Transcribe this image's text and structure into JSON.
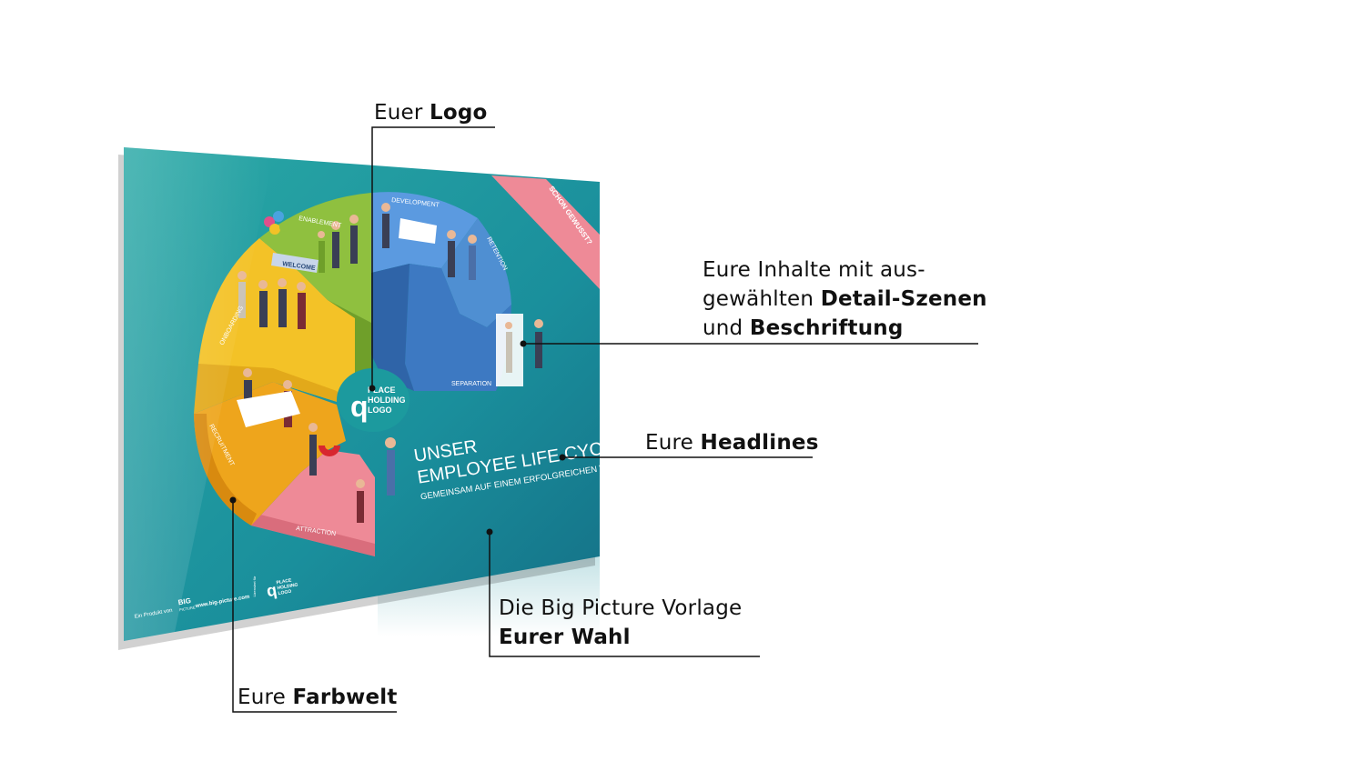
{
  "poster": {
    "title_line1": "UNSER",
    "title_line2": "EMPLOYEE LIFE CYCLE",
    "subtitle": "GEMEINSAM AUF EINEM ERFOLGREICHEN WEG.",
    "logo_line1": "PLACE",
    "logo_line2": "HOLDING",
    "logo_line3": "LOGO",
    "segments": {
      "development": "DEVELOPMENT",
      "retention": "RETENTION",
      "separation": "SEPARATION",
      "enablement": "ENABLEMENT",
      "onboarding": "ONBOARDING",
      "recruitment": "RECRUITMENT",
      "attraction": "ATTRACTION"
    },
    "welcome_banner": "WELCOME",
    "badge_title": "SCHON GEWUSST?",
    "footer_by": "Ein Produkt von",
    "footer_brand1": "BIG",
    "footer_brand2": "PICTURE",
    "footer_url": "www.big-picture.com",
    "footer_license": "Lizensiert für",
    "colors": {
      "background": "#1c9a9e",
      "pink": "#ee8a97",
      "yellow": "#f3c227",
      "orange": "#eea51c",
      "green": "#8fc03f",
      "blue": "#4f8fd2"
    }
  },
  "callouts": {
    "logo": {
      "normal": "Euer ",
      "bold": "Logo"
    },
    "content": {
      "line1": "Eure Inhalte mit aus-",
      "line2_normal": "gewählten ",
      "line2_bold": "Detail-Szenen",
      "line3_normal": "und ",
      "line3_bold": "Beschriftung"
    },
    "headlines": {
      "normal": "Eure ",
      "bold": "Headlines"
    },
    "template": {
      "line1": "Die Big Picture Vorlage",
      "line2_bold": "Eurer Wahl"
    },
    "colors": {
      "normal": "Eure ",
      "bold": "Farbwelt"
    }
  }
}
